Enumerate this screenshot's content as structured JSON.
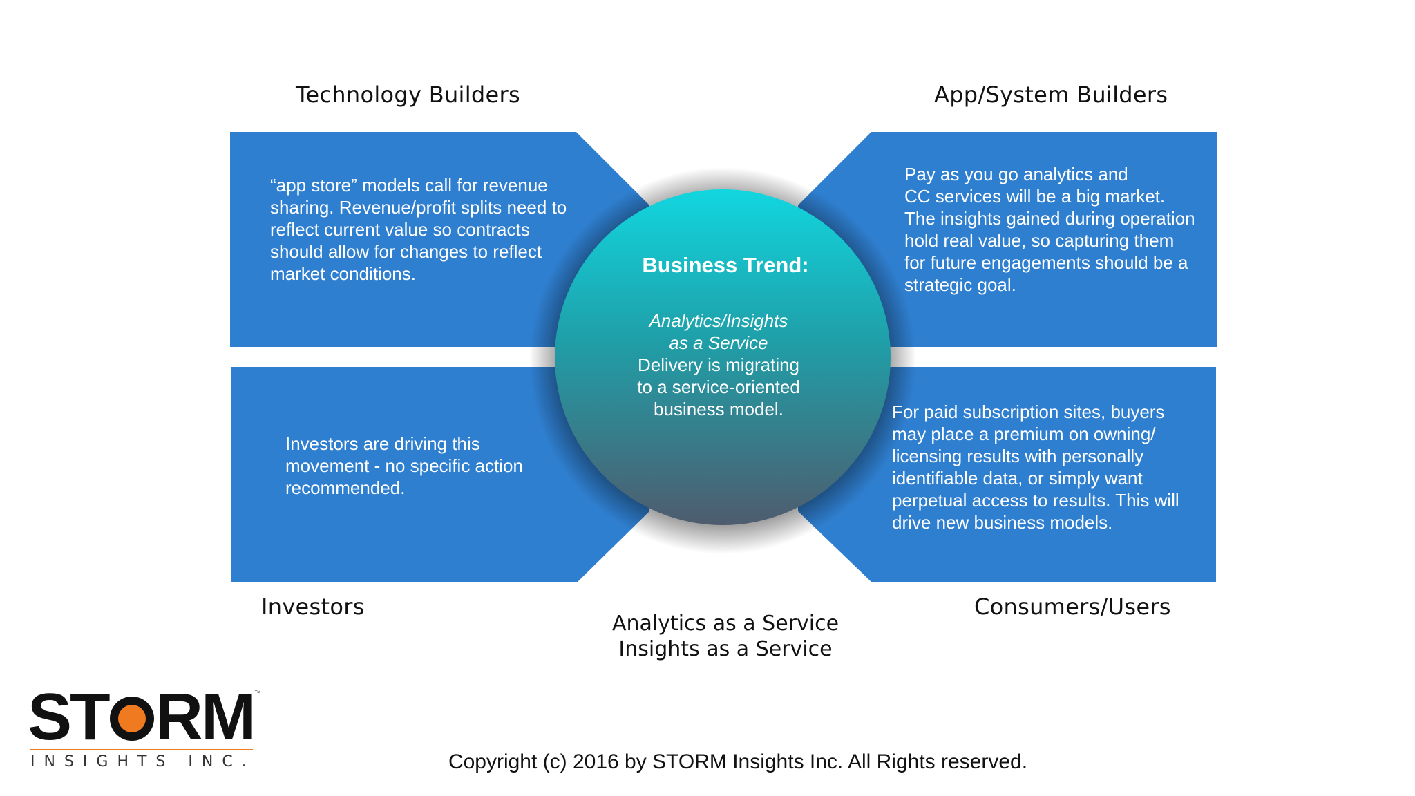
{
  "headings": {
    "top_left": "Technology Builders",
    "top_right": "App/System Builders",
    "bottom_left": "Investors",
    "bottom_right": "Consumers/Users"
  },
  "quadrants": {
    "top_left": "“app store” models call for revenue\nsharing. Revenue/profit splits need to\nreflect current value  so contracts\nshould allow for changes to reflect\nmarket conditions.",
    "top_right": "Pay as you go analytics and\nCC services will be a big market.\nThe insights gained during operation\nhold real value, so capturing  them\nfor future engagements should be a\nstrategic goal.",
    "bottom_left": "Investors are driving this\nmovement - no specific action\nrecommended.",
    "bottom_right": " For paid subscription sites, buyers\nmay place a premium on owning/\nlicensing results with personally\nidentifiable data, or simply want\nperpetual access to results. This will\ndrive new business models."
  },
  "center": {
    "title": "Business Trend:",
    "subtitle": "Analytics/Insights\nas a Service",
    "body": "Delivery is migrating\nto a service-oriented\nbusiness model."
  },
  "bottom_center": "Analytics as a Service\nInsights as a Service",
  "copyright": "Copyright (c) 2016 by STORM Insights Inc. All Rights reserved.",
  "logo": {
    "word": "STORM",
    "sub": "INSIGHTS INC.",
    "tm": "™"
  },
  "colors": {
    "quadrant_blue": "#2f7fd0",
    "circle_top": "#12d6df",
    "circle_bottom": "#4e5c6e",
    "logo_accent": "#f07a1f"
  }
}
